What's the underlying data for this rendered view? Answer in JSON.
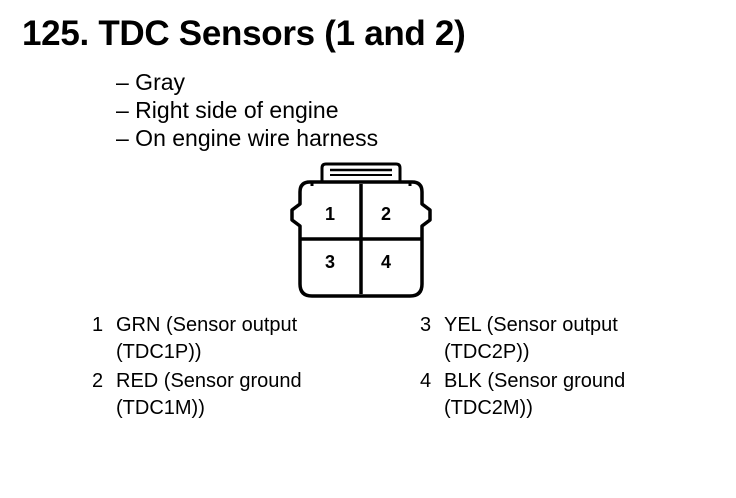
{
  "title": "125. TDC Sensors (1 and 2)",
  "details": [
    "– Gray",
    "– Right side of engine",
    "– On engine wire harness"
  ],
  "connector": {
    "color": "Gray",
    "pins": [
      "1",
      "2",
      "3",
      "4"
    ]
  },
  "pin_assignments": {
    "left": [
      {
        "number": "1",
        "line1": "GRN (Sensor output",
        "line2": "(TDC1P))"
      },
      {
        "number": "2",
        "line1": "RED (Sensor ground",
        "line2": "(TDC1M))"
      }
    ],
    "right": [
      {
        "number": "3",
        "line1": "YEL (Sensor output",
        "line2": "(TDC2P))"
      },
      {
        "number": "4",
        "line1": "BLK (Sensor ground",
        "line2": "(TDC2M))"
      }
    ]
  }
}
